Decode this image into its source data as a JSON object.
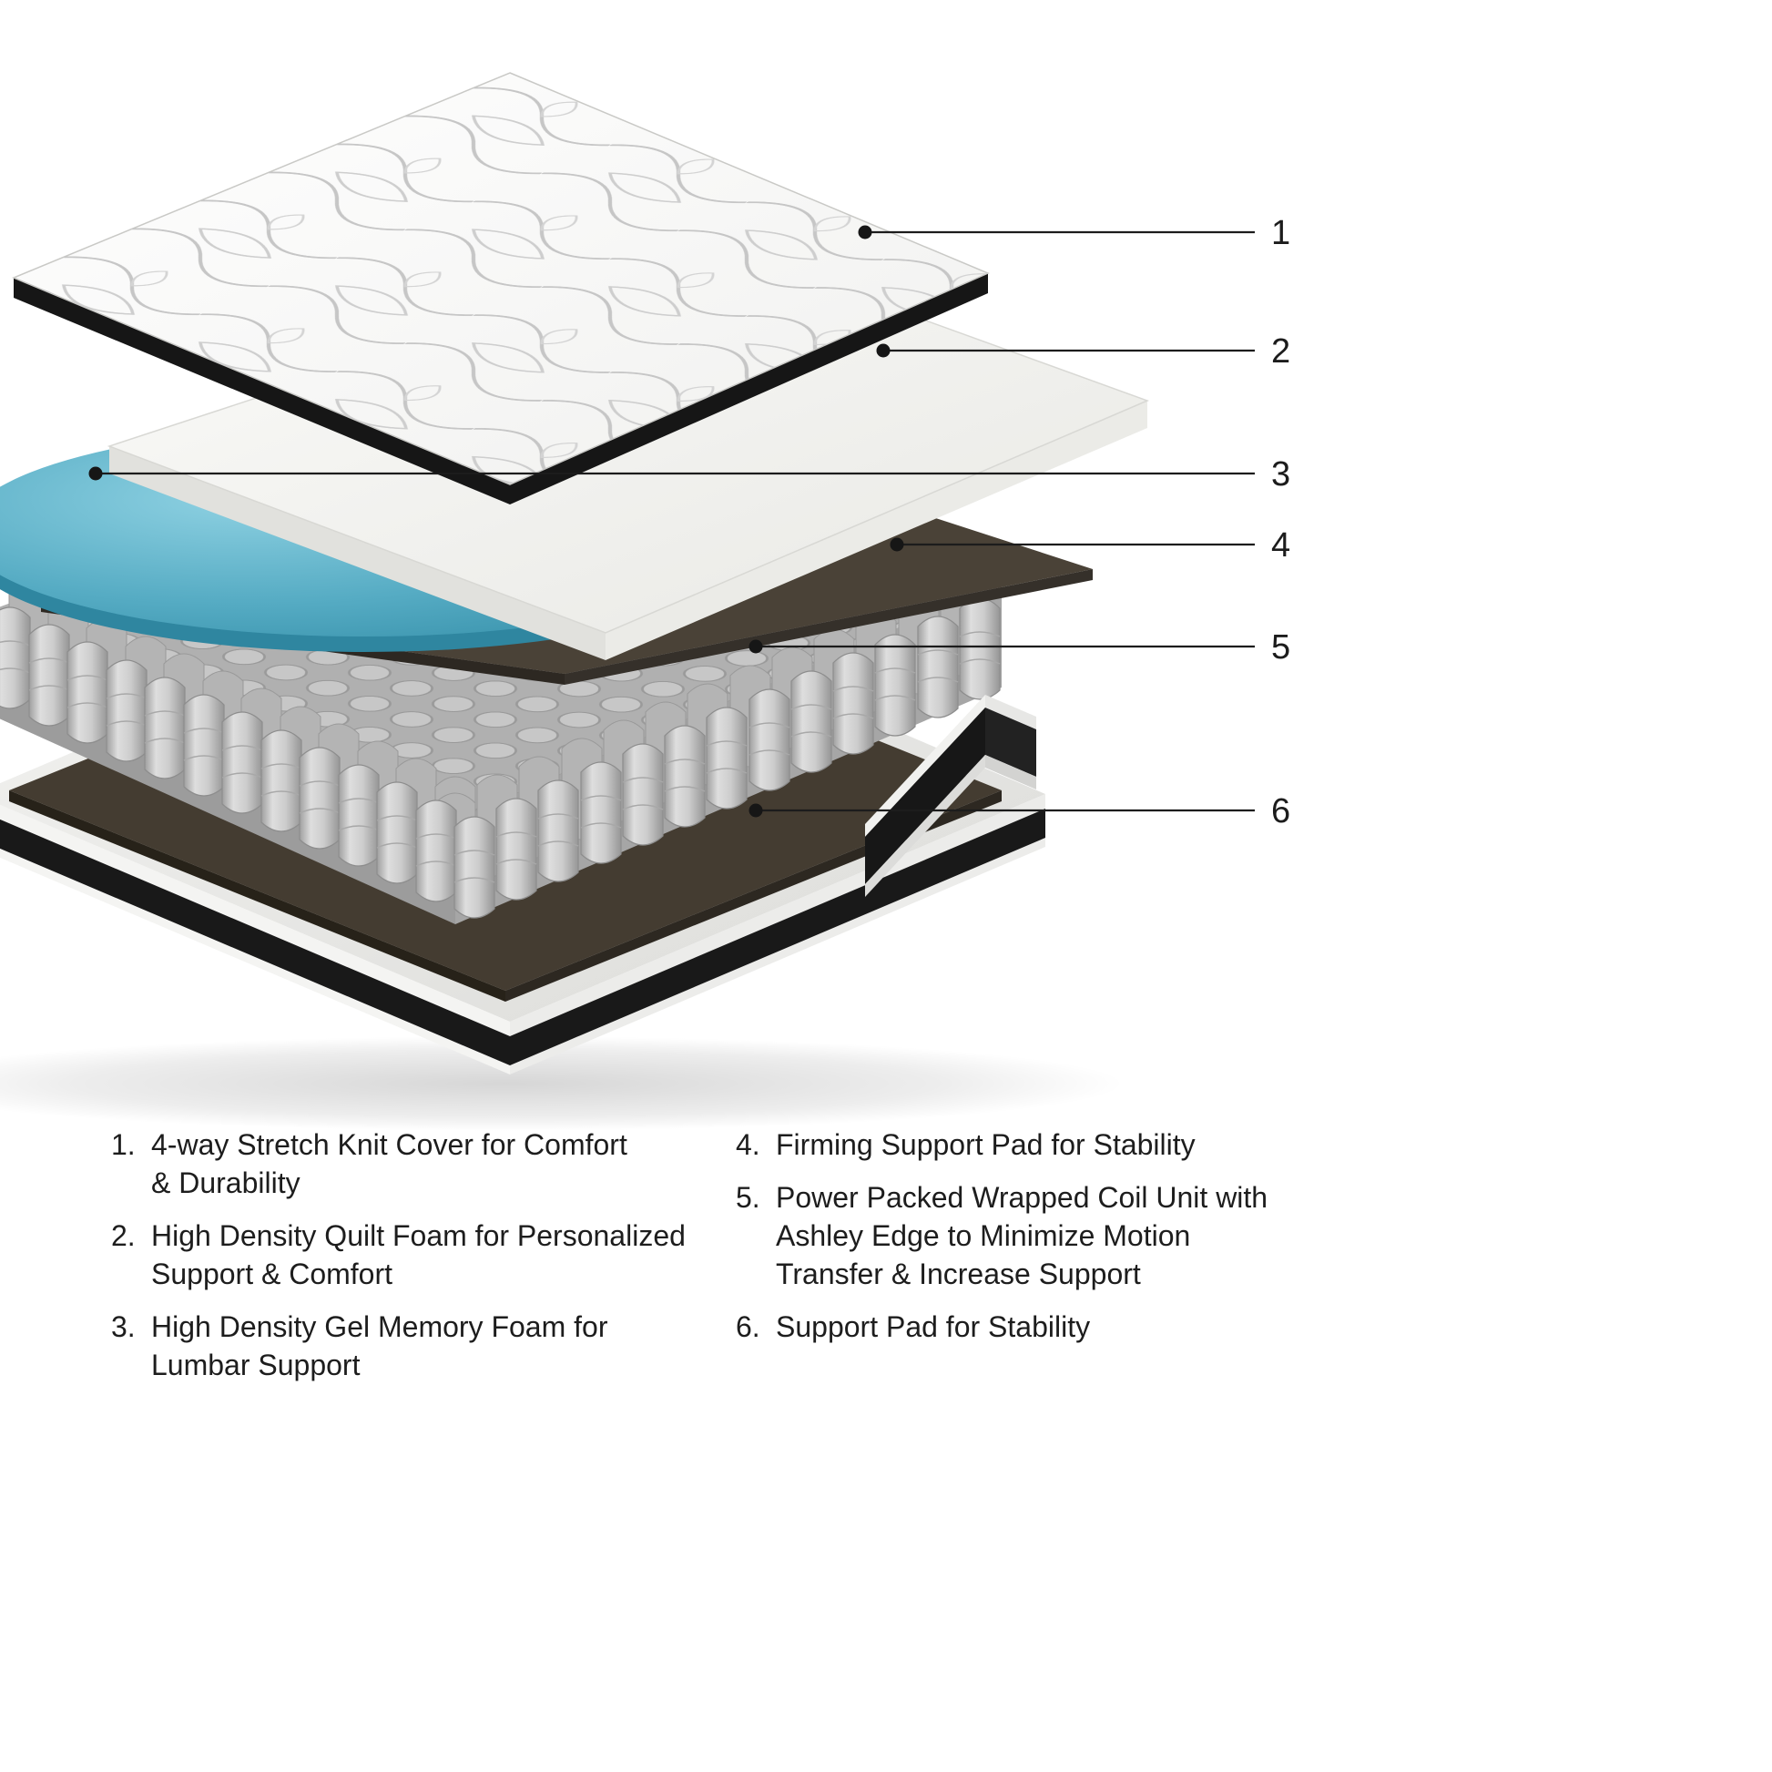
{
  "figure": {
    "callouts": [
      {
        "num": "1"
      },
      {
        "num": "2"
      },
      {
        "num": "3"
      },
      {
        "num": "4"
      },
      {
        "num": "5"
      },
      {
        "num": "6"
      }
    ]
  },
  "legend": {
    "items": [
      {
        "num": "1.",
        "text": "4-way Stretch Knit Cover for Comfort\n& Durability"
      },
      {
        "num": "2.",
        "text": "High Density Quilt Foam for Personalized\nSupport & Comfort"
      },
      {
        "num": "3.",
        "text": "High Density Gel Memory Foam for\nLumbar Support"
      },
      {
        "num": "4.",
        "text": "Firming Support Pad for Stability"
      },
      {
        "num": "5.",
        "text": "Power Packed Wrapped Coil Unit with\nAshley Edge to Minimize Motion\nTransfer & Increase Support"
      },
      {
        "num": "6.",
        "text": "Support Pad for Stability"
      }
    ]
  },
  "colors": {
    "gel_side": "#2f86a0",
    "pad_top": "#4a4237",
    "pad_bottom": "#443c31",
    "tape": "#161616"
  }
}
